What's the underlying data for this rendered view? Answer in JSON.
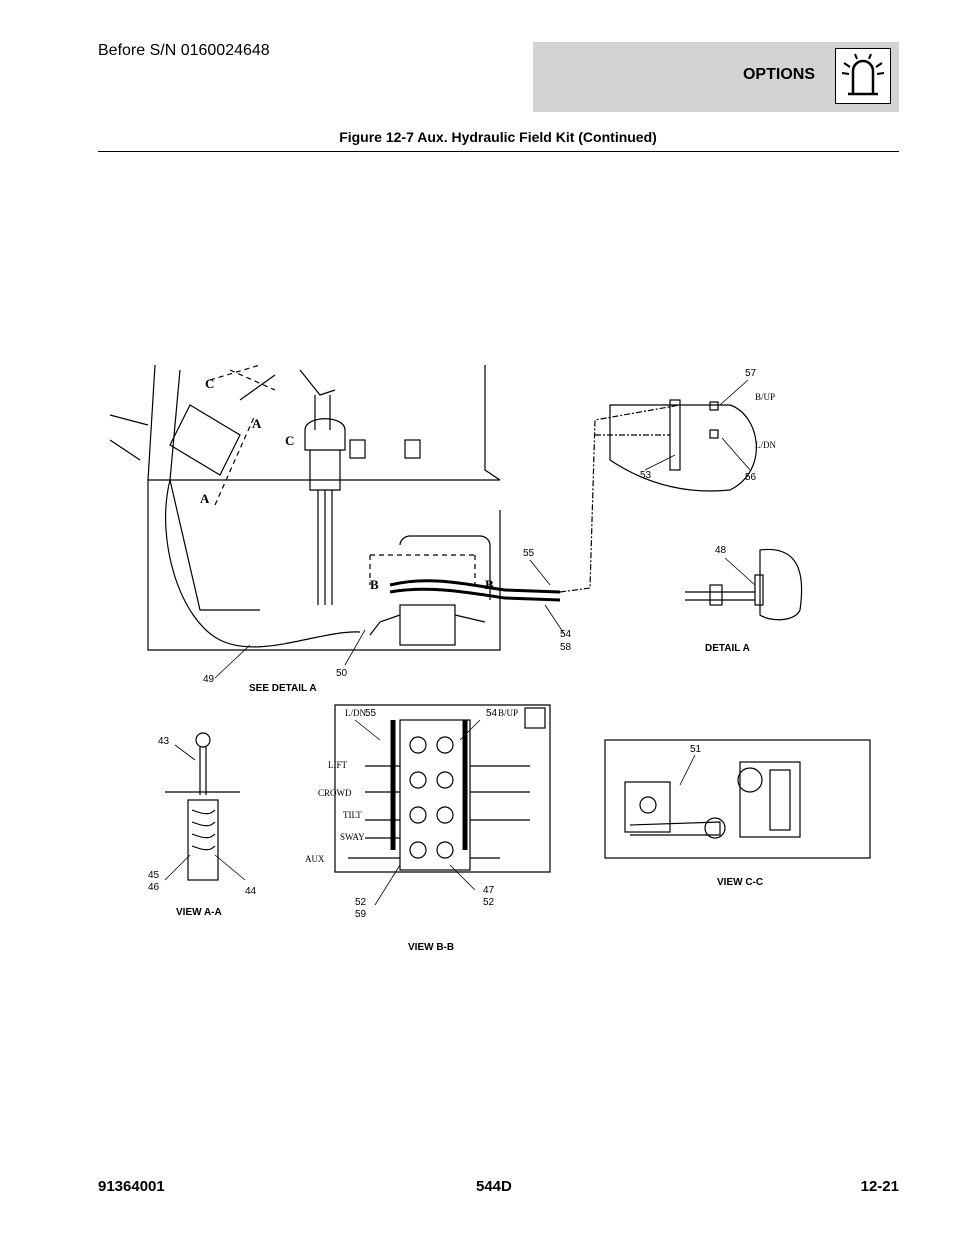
{
  "header": {
    "serial": "Before S/N 0160024648",
    "section": "OPTIONS",
    "section_icon": "warning-beacon-icon"
  },
  "figure": {
    "title": "Figure 12-7 Aux. Hydraulic Field Kit (Continued)",
    "views": {
      "see_detail_a": "SEE DETAIL A",
      "detail_a": "DETAIL A",
      "view_aa": "VIEW A-A",
      "view_bb": "VIEW B-B",
      "view_cc": "VIEW C-C"
    },
    "section_letters": {
      "a": "A",
      "b": "B",
      "c": "C"
    },
    "valve_labels": {
      "lift": "LIFT",
      "crowd": "CROWD",
      "tilt": "TILT",
      "sway": "SWAY",
      "aux": "AUX",
      "bup": "B/UP",
      "ldn": "L/DN"
    },
    "callouts": {
      "c43": "43",
      "c44": "44",
      "c45": "45",
      "c46": "46",
      "c47": "47",
      "c48": "48",
      "c49": "49",
      "c50": "50",
      "c51": "51",
      "c52": "52",
      "c53": "53",
      "c54": "54",
      "c55": "55",
      "c56": "56",
      "c57": "57",
      "c58": "58",
      "c59": "59"
    }
  },
  "footer": {
    "doc_number": "91364001",
    "model": "544D",
    "page": "12-21"
  }
}
